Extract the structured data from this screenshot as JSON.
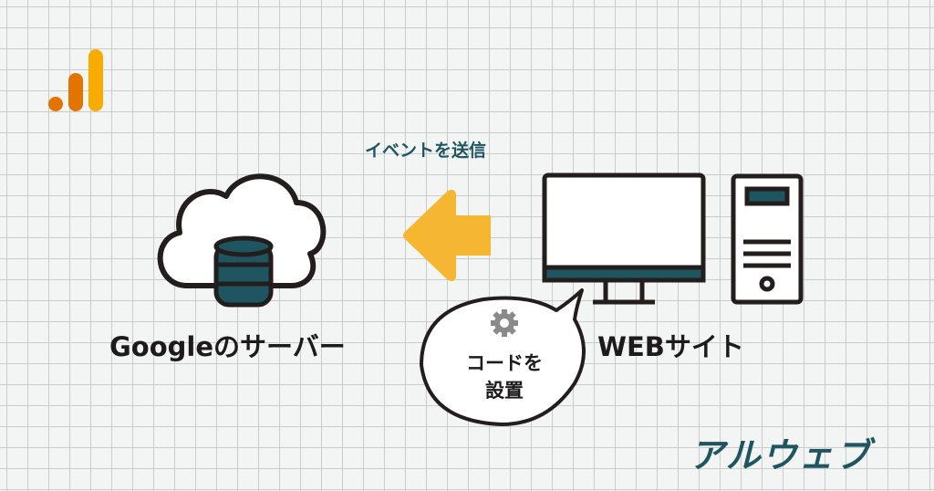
{
  "arrow_label": "イベントを送信",
  "server_label": "Googleのサーバー",
  "website_label": "WEBサイト",
  "bubble": {
    "line1": "コードを",
    "line2": "設置"
  },
  "brand_logo_text": "アルウェブ",
  "icons": [
    "analytics-logo-icon",
    "cloud-database-icon",
    "left-arrow-icon",
    "monitor-icon",
    "pc-tower-icon",
    "gear-icon"
  ],
  "colors": {
    "teal": "#1e5560",
    "yellow": "#f5b731",
    "orange_dark": "#e37400",
    "orange_light": "#f9ab00",
    "outline": "#231d1d"
  }
}
